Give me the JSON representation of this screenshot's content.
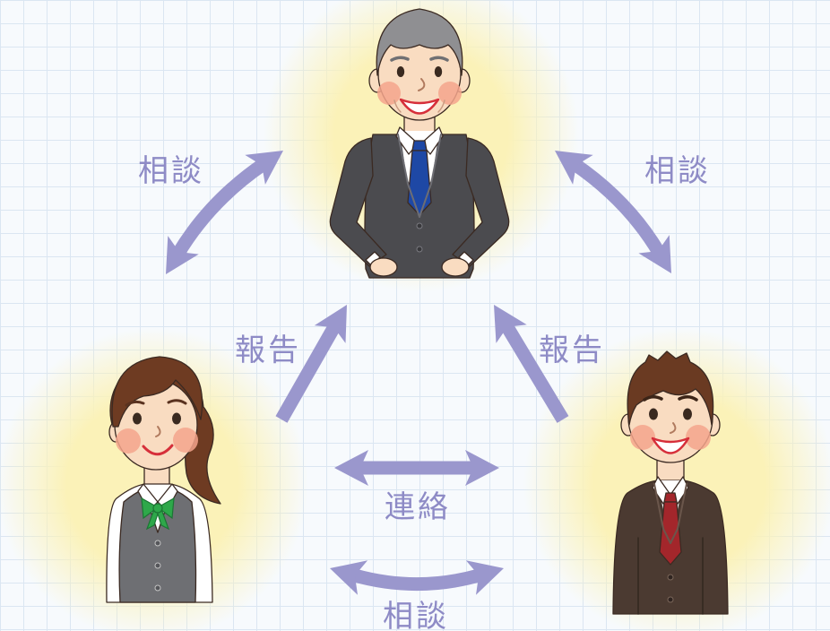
{
  "labels": {
    "consult_top_left": "相談",
    "consult_top_right": "相談",
    "report_left": "報告",
    "report_right": "報告",
    "contact_center": "連絡",
    "consult_bottom": "相談"
  },
  "colors": {
    "arrow": "#9a97cd",
    "label": "#8e8bc6",
    "glow": "#fbf2b8",
    "grid_line": "#dbe6f2",
    "background": "#f7fafd",
    "boss_tie": "#1e48a5",
    "female_bow": "#2ea84a",
    "male_tie": "#a3262b"
  }
}
